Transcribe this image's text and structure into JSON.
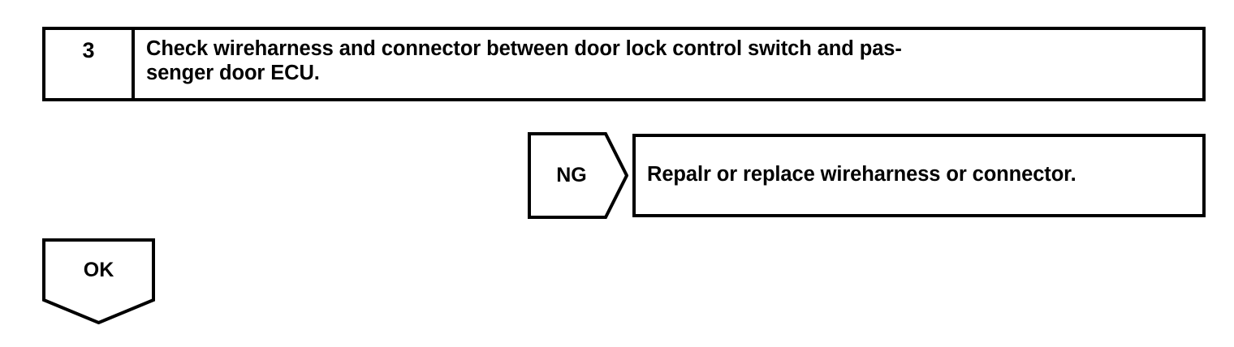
{
  "page": {
    "background_color": "#ffffff",
    "line_color": "#000000",
    "text_color": "#000000"
  },
  "step": {
    "number": "3",
    "instruction": "Check wireharness and connector between door lock control switch and pas-\nsenger door ECU."
  },
  "branches": {
    "ng": {
      "label": "NG",
      "shape": "pentagon-arrow-right",
      "action": "Repalr or replace wireharness or connector."
    },
    "ok": {
      "label": "OK",
      "shape": "pentagon-arrow-down"
    }
  }
}
